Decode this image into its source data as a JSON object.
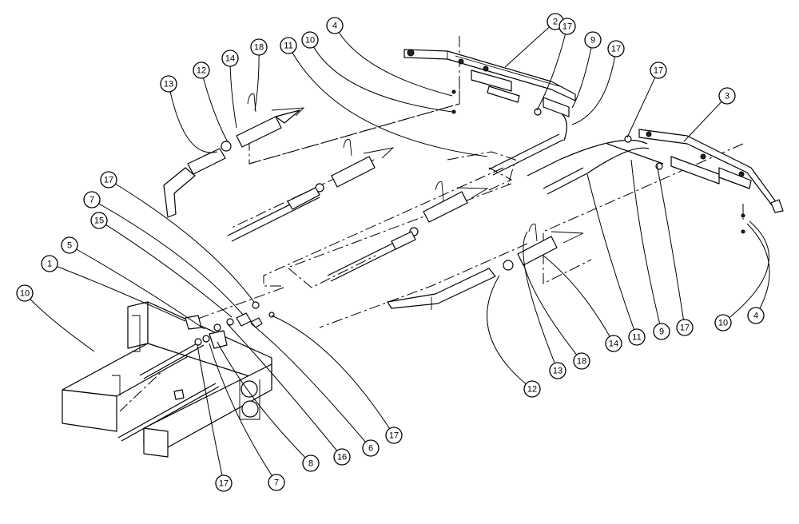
{
  "callouts": [
    {
      "label": "1"
    },
    {
      "label": "2"
    },
    {
      "label": "3"
    },
    {
      "label": "4"
    },
    {
      "label": "4"
    },
    {
      "label": "5"
    },
    {
      "label": "6"
    },
    {
      "label": "7"
    },
    {
      "label": "7"
    },
    {
      "label": "8"
    },
    {
      "label": "9"
    },
    {
      "label": "9"
    },
    {
      "label": "10"
    },
    {
      "label": "10"
    },
    {
      "label": "10"
    },
    {
      "label": "11"
    },
    {
      "label": "11"
    },
    {
      "label": "12"
    },
    {
      "label": "12"
    },
    {
      "label": "13"
    },
    {
      "label": "13"
    },
    {
      "label": "14"
    },
    {
      "label": "14"
    },
    {
      "label": "15"
    },
    {
      "label": "16"
    },
    {
      "label": "17"
    },
    {
      "label": "17"
    },
    {
      "label": "17"
    },
    {
      "label": "17"
    },
    {
      "label": "17"
    },
    {
      "label": "17"
    },
    {
      "label": "17"
    },
    {
      "label": "18"
    },
    {
      "label": "18"
    }
  ]
}
